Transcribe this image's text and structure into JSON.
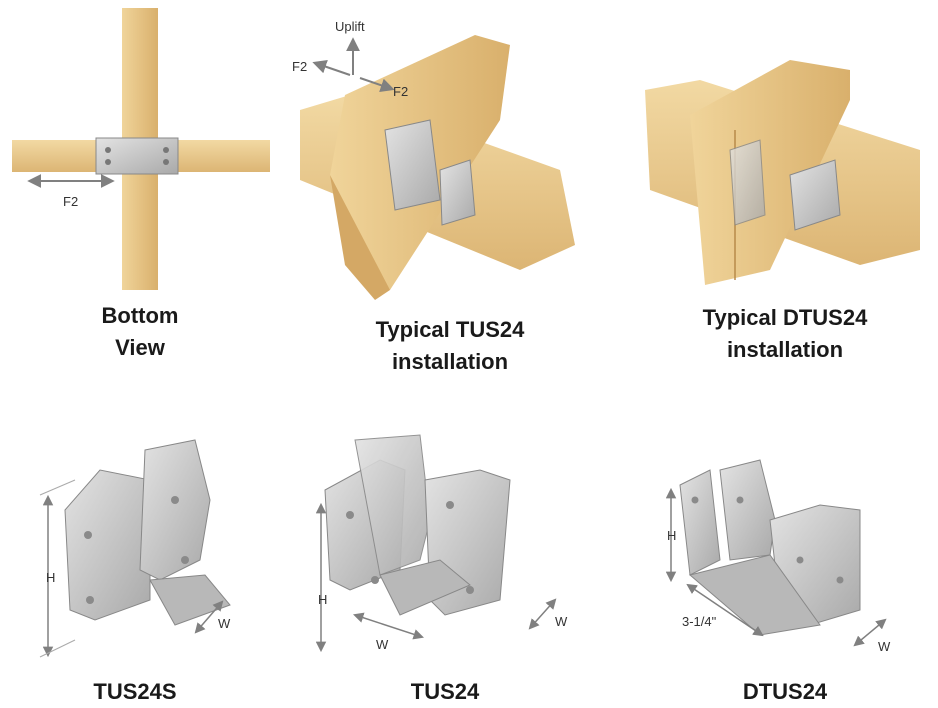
{
  "figures": [
    {
      "id": "bottom-view",
      "caption_lines": [
        "Bottom",
        "View"
      ],
      "force_labels": {
        "f2": "F2"
      }
    },
    {
      "id": "tus24-install",
      "caption_lines": [
        "Typical TUS24",
        "installation"
      ],
      "force_labels": {
        "uplift": "Uplift",
        "f2_left": "F2",
        "f2_right": "F2"
      }
    },
    {
      "id": "dtus24-install",
      "caption_lines": [
        "Typical DTUS24",
        "installation"
      ]
    },
    {
      "id": "tus24s",
      "caption_lines": [
        "TUS24S"
      ],
      "dims": {
        "h": "H",
        "w": "W"
      }
    },
    {
      "id": "tus24",
      "caption_lines": [
        "TUS24"
      ],
      "dims": {
        "h": "H",
        "w1": "W",
        "w2": "W"
      }
    },
    {
      "id": "dtus24",
      "caption_lines": [
        "DTUS24"
      ],
      "dims": {
        "h": "H",
        "depth": "3-1/4\"",
        "w": "W"
      }
    }
  ],
  "colors": {
    "wood": "#e8c68a",
    "wood_dark": "#d4a865",
    "metal": "#c9c9c9",
    "metal_dark": "#9a9a9a",
    "arrow": "#808080"
  }
}
